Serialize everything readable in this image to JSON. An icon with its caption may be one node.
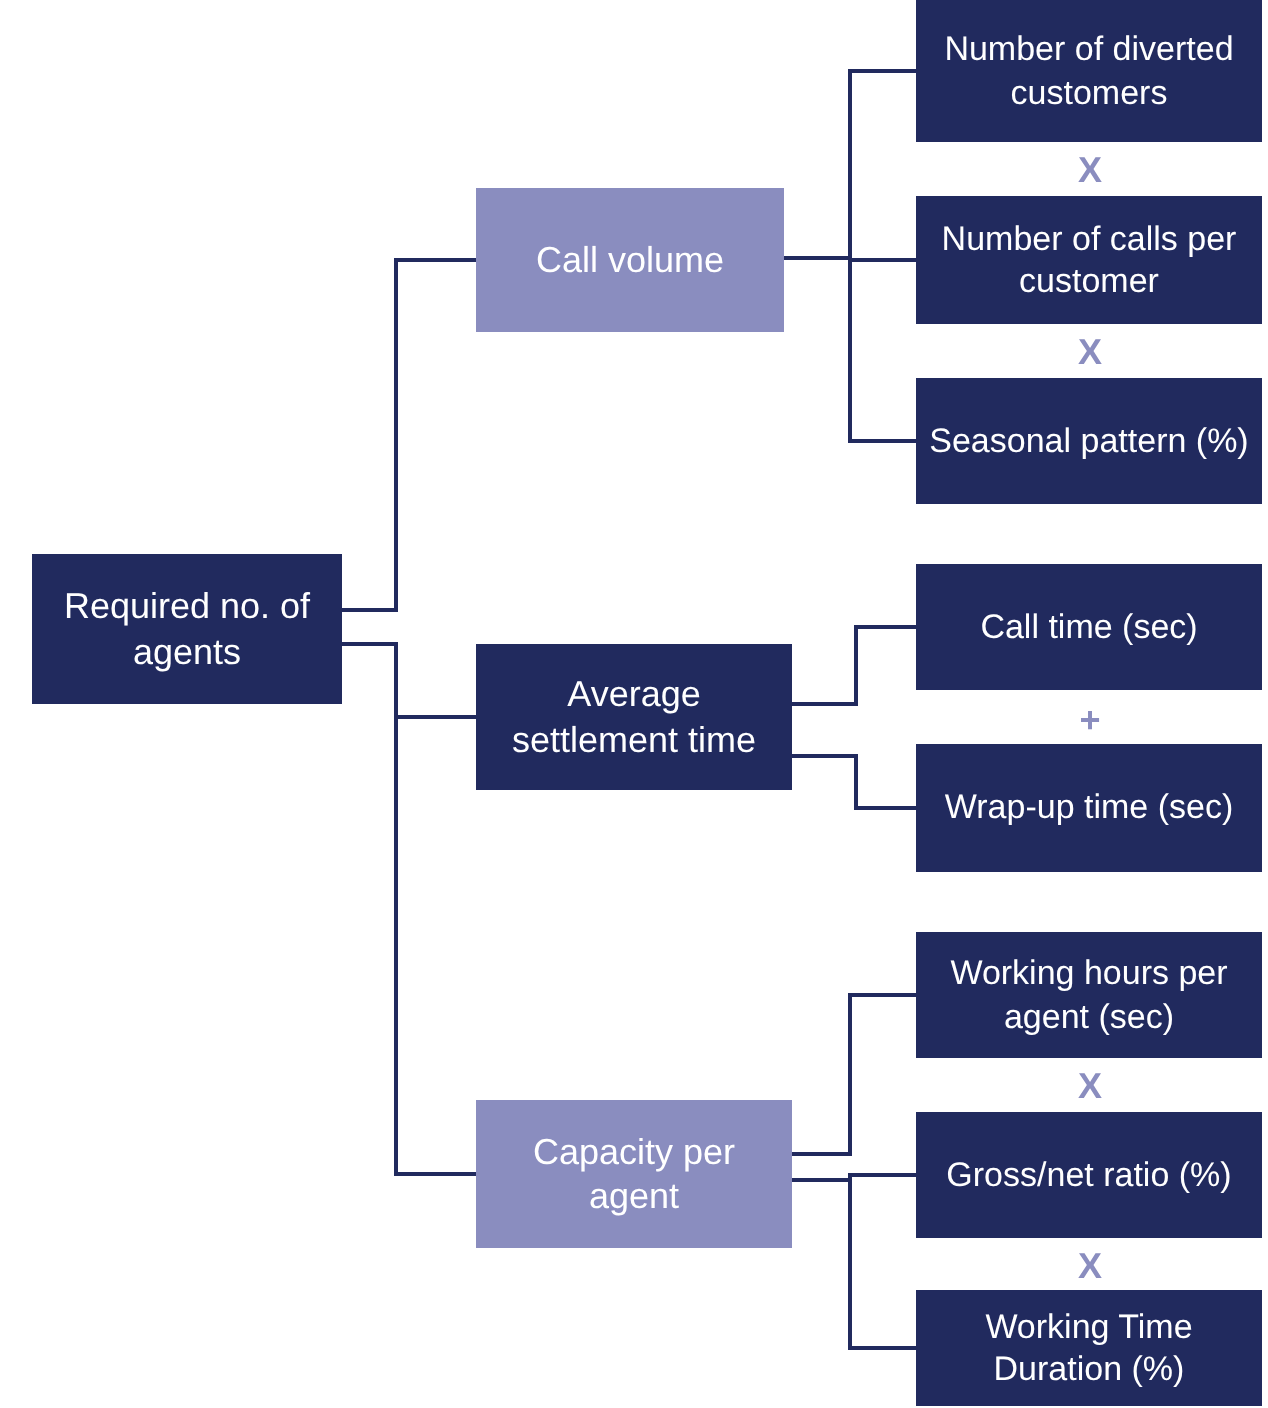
{
  "diagram": {
    "nodes": [
      {
        "text": [
          "Required no. of agents"
        ]
      },
      {
        "text": [
          "Call volume"
        ]
      },
      {
        "text": [
          "Average settlement time"
        ]
      },
      {
        "text": [
          "Capacity per agent"
        ]
      },
      {
        "text": [
          "Number of diverted customers"
        ]
      },
      {
        "text": [
          "Number of calls per customer"
        ]
      },
      {
        "text": [
          "Seasonal pattern (%)"
        ]
      },
      {
        "text": [
          "Call time (sec)"
        ]
      },
      {
        "text": [
          "Wrap-up time (sec)"
        ]
      },
      {
        "text": [
          "Working hours per agent (sec)"
        ]
      },
      {
        "text": [
          "Gross/net ratio (%)"
        ]
      },
      {
        "text": [
          "Working Time Duration (%)"
        ]
      }
    ],
    "edges": [
      {
        "from": 0,
        "to": 1,
        "arrow": "none"
      },
      {
        "from": 0,
        "to": 2,
        "arrow": "none"
      },
      {
        "from": 0,
        "to": 3,
        "arrow": "none"
      },
      {
        "from": 1,
        "to": 4,
        "arrow": "none"
      },
      {
        "from": 1,
        "to": 5,
        "arrow": "none"
      },
      {
        "from": 1,
        "to": 6,
        "arrow": "none"
      },
      {
        "from": 2,
        "to": 7,
        "arrow": "none"
      },
      {
        "from": 2,
        "to": 8,
        "arrow": "none"
      },
      {
        "from": 3,
        "to": 9,
        "arrow": "none"
      },
      {
        "from": 3,
        "to": 10,
        "arrow": "none"
      },
      {
        "from": 3,
        "to": 11,
        "arrow": "none"
      }
    ],
    "labels": [
      "X",
      "X",
      "+",
      "X",
      "X"
    ]
  }
}
